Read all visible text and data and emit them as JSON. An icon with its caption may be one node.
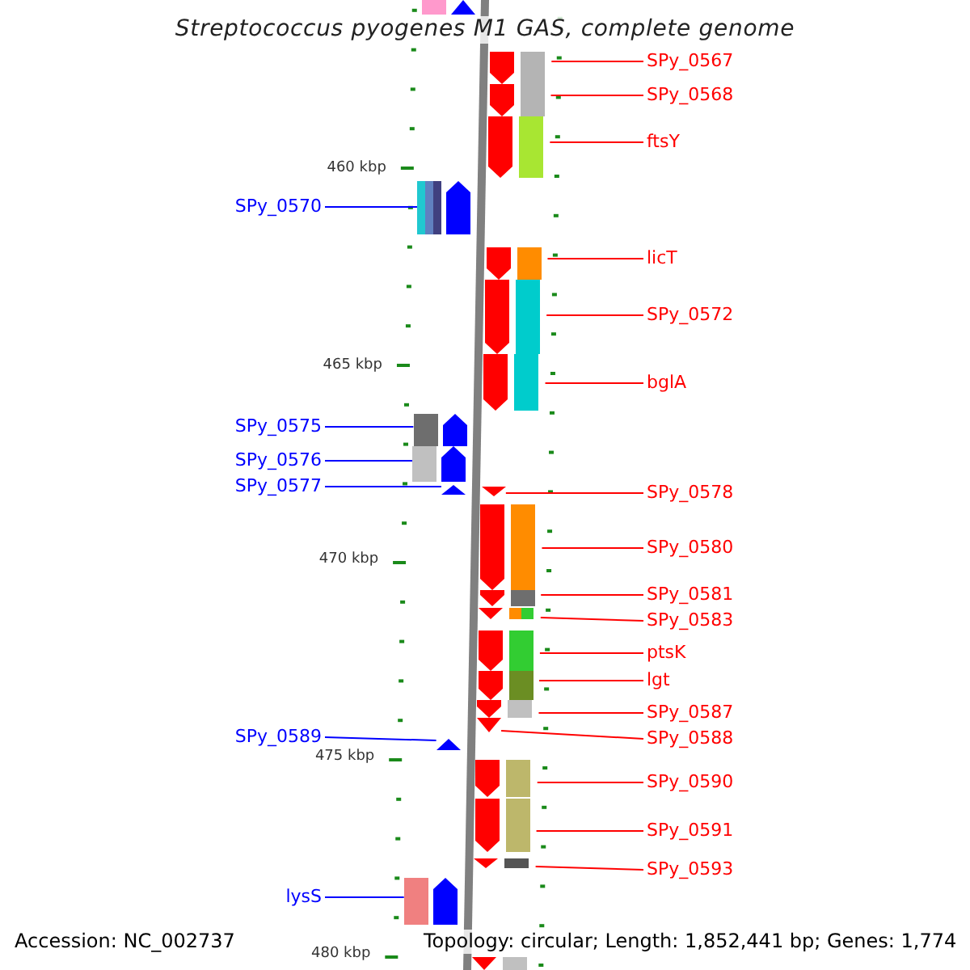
{
  "diagram": {
    "title": "Streptococcus pyogenes M1 GAS, complete genome",
    "nodes": [
      {
        "text": [
          "SPy_0567"
        ]
      },
      {
        "text": [
          "SPy_0568"
        ]
      },
      {
        "text": [
          "ftsY"
        ]
      },
      {
        "text": [
          "SPy_0570"
        ]
      },
      {
        "text": [
          "licT"
        ]
      },
      {
        "text": [
          "SPy_0572"
        ]
      },
      {
        "text": [
          "bglA"
        ]
      },
      {
        "text": [
          "SPy_0575"
        ]
      },
      {
        "text": [
          "SPy_0576"
        ]
      },
      {
        "text": [
          "SPy_0577"
        ]
      },
      {
        "text": [
          "SPy_0578"
        ]
      },
      {
        "text": [
          "SPy_0580"
        ]
      },
      {
        "text": [
          "SPy_0581"
        ]
      },
      {
        "text": [
          "SPy_0583"
        ]
      },
      {
        "text": [
          "ptsK"
        ]
      },
      {
        "text": [
          "lgt"
        ]
      },
      {
        "text": [
          "SPy_0587"
        ]
      },
      {
        "text": [
          "SPy_0588"
        ]
      },
      {
        "text": [
          "SPy_0589"
        ]
      },
      {
        "text": [
          "SPy_0590"
        ]
      },
      {
        "text": [
          "SPy_0591"
        ]
      },
      {
        "text": [
          "SPy_0593"
        ]
      },
      {
        "text": [
          "lysS"
        ]
      },
      {
        "text": [],
        "shape": "arrow"
      },
      {
        "text": [],
        "shape": "arrow"
      },
      {
        "text": [],
        "shape": "arrow"
      },
      {
        "text": [],
        "shape": "arrow"
      },
      {
        "text": [],
        "shape": "arrow"
      },
      {
        "text": [],
        "shape": "arrow"
      },
      {
        "text": [],
        "shape": "arrow"
      },
      {
        "text": [],
        "shape": "arrow"
      },
      {
        "text": [],
        "shape": "arrow"
      },
      {
        "text": [],
        "shape": "arrow"
      },
      {
        "text": [],
        "shape": "arrow"
      },
      {
        "text": [],
        "shape": "arrow"
      },
      {
        "text": [],
        "shape": "arrow"
      },
      {
        "text": [],
        "shape": "arrow"
      },
      {
        "text": [],
        "shape": "arrow"
      },
      {
        "text": [],
        "shape": "arrow"
      },
      {
        "text": [],
        "shape": "arrow"
      },
      {
        "text": [],
        "shape": "arrow"
      },
      {
        "text": [],
        "shape": "arrow"
      },
      {
        "text": [],
        "shape": "arrow"
      },
      {
        "text": [],
        "shape": "arrow"
      },
      {
        "text": [],
        "shape": "arrow"
      },
      {
        "text": [],
        "shape": "arrow"
      },
      {
        "text": [],
        "shape": "arrow"
      },
      {
        "text": [],
        "shape": "arrow"
      }
    ],
    "edges": [
      {
        "from": 0,
        "to": 23,
        "arrow": "none"
      },
      {
        "from": 1,
        "to": 24,
        "arrow": "none"
      },
      {
        "from": 2,
        "to": 25,
        "arrow": "none"
      },
      {
        "from": 3,
        "to": 26,
        "arrow": "none",
        "color": "#0000ff"
      },
      {
        "from": 4,
        "to": 27,
        "arrow": "none"
      },
      {
        "from": 5,
        "to": 28,
        "arrow": "none"
      },
      {
        "from": 6,
        "to": 29,
        "arrow": "none"
      },
      {
        "from": 7,
        "to": 30,
        "arrow": "none",
        "color": "#0000ff"
      },
      {
        "from": 8,
        "to": 31,
        "arrow": "none",
        "color": "#0000ff"
      },
      {
        "from": 9,
        "to": 32,
        "arrow": "none",
        "color": "#0000ff"
      },
      {
        "from": 10,
        "to": 33,
        "arrow": "none"
      },
      {
        "from": 11,
        "to": 34,
        "arrow": "none"
      },
      {
        "from": 12,
        "to": 35,
        "arrow": "none"
      },
      {
        "from": 13,
        "to": 36,
        "arrow": "none"
      },
      {
        "from": 14,
        "to": 37,
        "arrow": "none"
      },
      {
        "from": 15,
        "to": 38,
        "arrow": "none"
      },
      {
        "from": 16,
        "to": 39,
        "arrow": "none"
      },
      {
        "from": 17,
        "to": 40,
        "arrow": "none"
      },
      {
        "from": 18,
        "to": 41,
        "arrow": "none",
        "color": "#0000ff"
      },
      {
        "from": 19,
        "to": 42,
        "arrow": "none"
      },
      {
        "from": 20,
        "to": 43,
        "arrow": "none"
      },
      {
        "from": 21,
        "to": 44,
        "arrow": "none"
      },
      {
        "from": 22,
        "to": 45,
        "arrow": "none",
        "color": "#0000ff"
      }
    ],
    "labels": [
      "460 kbp",
      "465 kbp",
      "470 kbp",
      "475 kbp",
      "480 kbp",
      "Accession: NC_002737",
      "Topology: circular; Length: 1,852,441 bp; Genes: 1,774"
    ]
  }
}
